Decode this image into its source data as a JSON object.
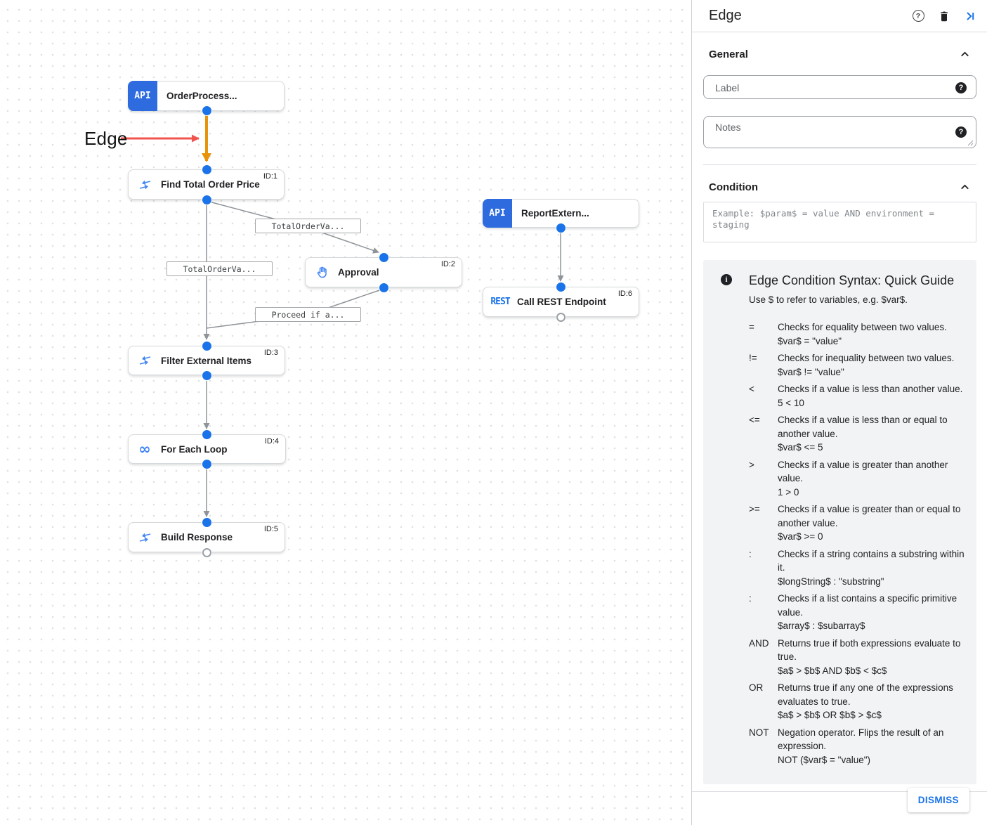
{
  "canvas": {
    "annotation": {
      "label": "Edge"
    },
    "nodes": [
      {
        "name": "OrderProcess...",
        "badge": "API",
        "id_label": ""
      },
      {
        "name": "Find Total Order Price",
        "icon": "data-mapping-icon",
        "id_label": "ID:1"
      },
      {
        "name": "Approval",
        "icon": "hand-icon",
        "id_label": "ID:2"
      },
      {
        "name": "ReportExtern...",
        "badge": "API",
        "id_label": ""
      },
      {
        "name": "Call REST Endpoint",
        "badge": "REST",
        "id_label": "ID:6"
      },
      {
        "name": "Filter External Items",
        "icon": "data-mapping-icon",
        "id_label": "ID:3"
      },
      {
        "name": "For Each Loop",
        "icon": "loop-icon",
        "id_label": "ID:4"
      },
      {
        "name": "Build Response",
        "icon": "data-mapping-icon",
        "id_label": "ID:5"
      }
    ],
    "edge_labels": [
      "TotalOrderVa...",
      "TotalOrderVa...",
      "Proceed if a..."
    ]
  },
  "panel": {
    "title": "Edge",
    "general": {
      "title": "General",
      "label_placeholder": "Label",
      "notes_placeholder": "Notes"
    },
    "condition": {
      "title": "Condition",
      "placeholder": "Example: $param$ = value AND environment = staging"
    },
    "guide": {
      "title": "Edge Condition Syntax: Quick Guide",
      "intro": "Use $ to refer to variables, e.g. $var$.",
      "rows": [
        {
          "op": "=",
          "desc": "Checks for equality between two values.",
          "example": "$var$ = \"value\""
        },
        {
          "op": "!=",
          "desc": "Checks for inequality between two values.",
          "example": "$var$ != \"value\""
        },
        {
          "op": "<",
          "desc": "Checks if a value is less than another value.",
          "example": "5 < 10"
        },
        {
          "op": "<=",
          "desc": "Checks if a value is less than or equal to another value.",
          "example": "$var$ <= 5"
        },
        {
          "op": ">",
          "desc": "Checks if a value is greater than another value.",
          "example": "1 > 0"
        },
        {
          "op": ">=",
          "desc": "Checks if a value is greater than or equal to another value.",
          "example": "$var$ >= 0"
        },
        {
          "op": ":",
          "desc": "Checks if a string contains a substring within it.",
          "example": "$longString$ : \"substring\""
        },
        {
          "op": ":",
          "desc": "Checks if a list contains a specific primitive value.",
          "example": "$array$ : $subarray$"
        },
        {
          "op": "AND",
          "desc": "Returns true if both expressions evaluate to true.",
          "example": "$a$ > $b$ AND $b$ < $c$"
        },
        {
          "op": "OR",
          "desc": "Returns true if any one of the expressions evaluates to true.",
          "example": "$a$ > $b$ OR $b$ > $c$"
        },
        {
          "op": "NOT",
          "desc": "Negation operator. Flips the result of an expression.",
          "example": "NOT ($var$ = \"value\")"
        }
      ]
    },
    "dismiss_label": "DISMISS"
  },
  "icons": {
    "help_glyph": "?",
    "info_glyph": "i",
    "infinity_glyph": "∞"
  },
  "colors": {
    "accent_blue": "#1a73e8",
    "badge_blue": "#2d6bdf",
    "icon_blue": "#4285f4",
    "selected_edge_orange": "#e8940a",
    "annotation_red": "#f0544c",
    "edge_gray": "#8e9499",
    "guide_bg": "#f1f3f4"
  }
}
